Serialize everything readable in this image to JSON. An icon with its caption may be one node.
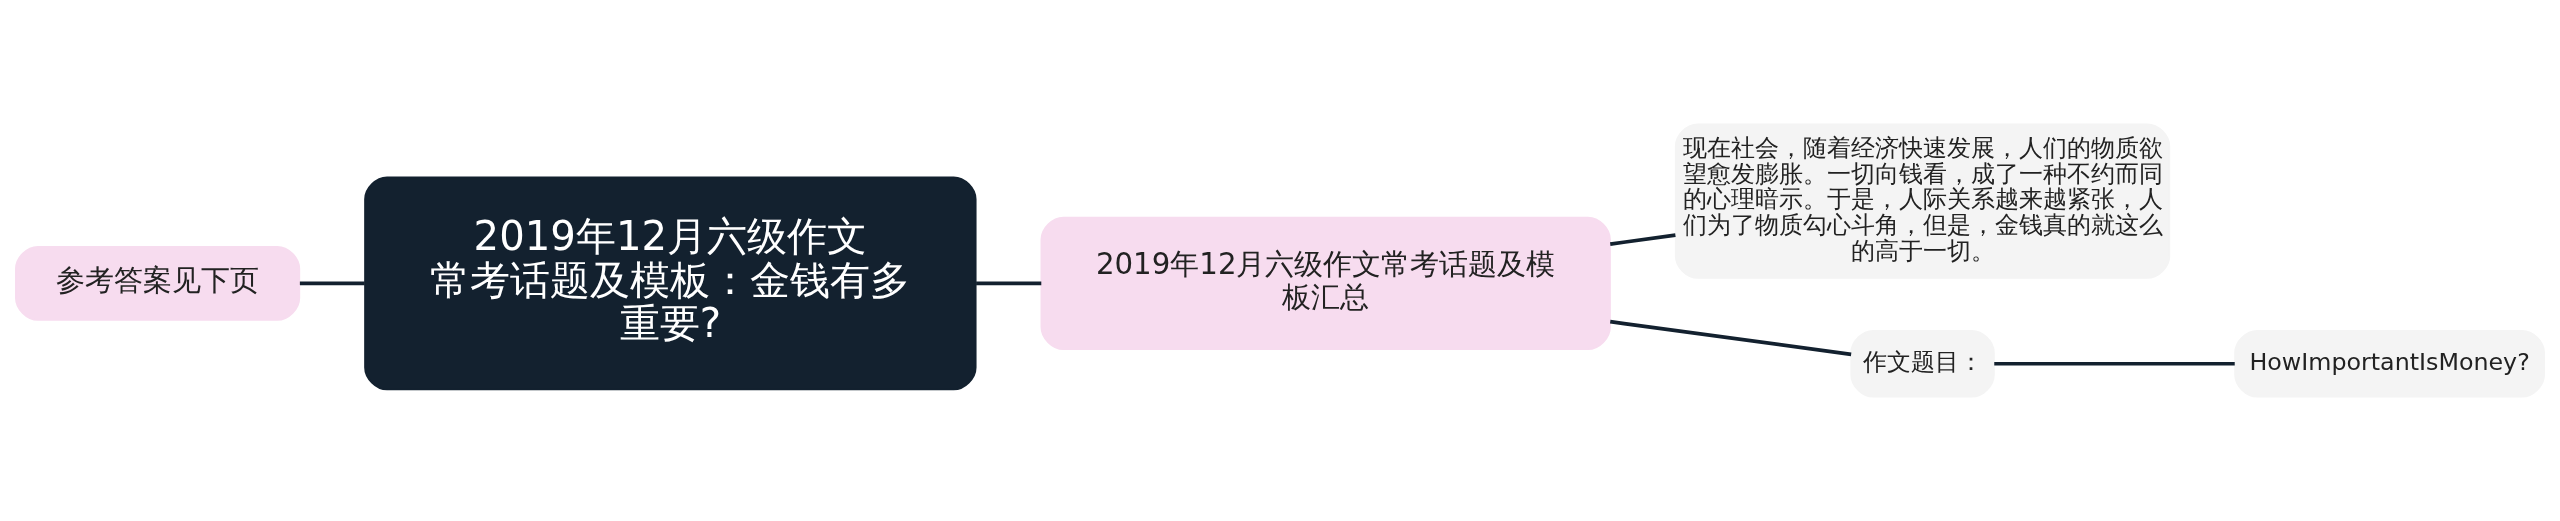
{
  "diagram": {
    "nodes": [
      {
        "text": [
          "2019年12月六级作文常考话题及模板：金钱有多重要?"
        ]
      },
      {
        "text": [
          "参考答案见下页"
        ]
      },
      {
        "text": [
          "2019年12月六级作文常考话题及模板汇总"
        ]
      },
      {
        "text": [
          "现在社会，随着经济快速发展，人们的物质欲望愈发膨胀。一切向钱看，成了一种不约而同的心理暗示。于是，人际关系越来越紧张，人们为了物质勾心斗角，但是，金钱真的就这么的高于一切。"
        ]
      },
      {
        "text": [
          "作文题目："
        ]
      },
      {
        "text": [
          "HowImportantIsMoney?"
        ]
      }
    ],
    "edges": [
      {
        "from": 1,
        "to": 0,
        "arrow": "none"
      },
      {
        "from": 0,
        "to": 2,
        "arrow": "none"
      },
      {
        "from": 2,
        "to": 3,
        "arrow": "none"
      },
      {
        "from": 2,
        "to": 4,
        "arrow": "none"
      },
      {
        "from": 4,
        "to": 5,
        "arrow": "none"
      }
    ]
  }
}
